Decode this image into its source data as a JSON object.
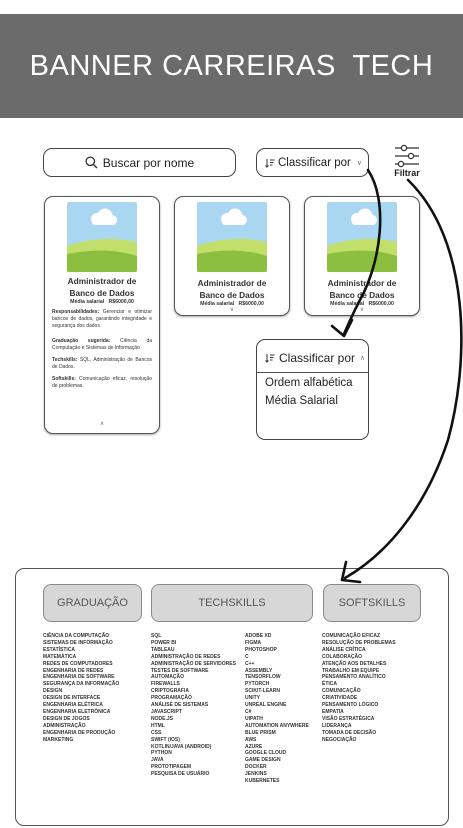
{
  "banner": {
    "title": "BANNER CARREIRAS  TECH"
  },
  "search": {
    "label": "Buscar por nome",
    "icon": "search-icon"
  },
  "sort": {
    "label": "Classificar por",
    "icon": "sort-icon"
  },
  "filter": {
    "label": "Filtrar",
    "icon": "sliders-icon"
  },
  "cards": [
    {
      "title_line1": "Administrador de",
      "title_line2": "Banco de Dados",
      "salary_label": "Média salarial",
      "salary_value": "R$6000,00",
      "expanded": true,
      "details": [
        {
          "label": "Responsabilidades:",
          "text": " Gerenciar e otimizar bancos de dados, garantindo integridade e segurança dos dados."
        },
        {
          "label": "Graduação sugerida:",
          "text": " Ciência da Computação e Sistemas de Informação"
        },
        {
          "label": "Techskills:",
          "text": " SQL, Administração de Bancos de Dados."
        },
        {
          "label": "Softskills:",
          "text": " Comunicação eficaz, resolução de problemas."
        }
      ]
    },
    {
      "title_line1": "Administrador de",
      "title_line2": "Banco de Dados",
      "salary_label": "Média salarial",
      "salary_value": "R$6000,00",
      "expanded": false
    },
    {
      "title_line1": "Administrador de",
      "title_line2": "Banco de Dados",
      "salary_label": "Média salarial",
      "salary_value": "R$6000,00",
      "expanded": false
    }
  ],
  "sort_dropdown": {
    "label": "Classificar por",
    "options": [
      "Ordem alfabética",
      "Média Salarial"
    ]
  },
  "tabs": {
    "graduacao": "GRADUAÇÃO",
    "techskills": "TECHSKILLS",
    "softskills": "SOFTSKILLS"
  },
  "graduacao": [
    "CIÊNCIA DA COMPUTAÇÃO",
    "SISTEMAS DE INFORMAÇÃO",
    "ESTATÍSTICA",
    "MATEMÁTICA",
    "REDES DE COMPUTADORES",
    "ENGENHARIA DE REDES",
    "ENGENHARIA DE SOFTWARE",
    "SEGURANÇA DA INFORMAÇÃO",
    "DESIGN",
    "DESIGN DE INTERFACE",
    "ENGENHARIA ELÉTRICA",
    "ENGENHARIA ELETRÔNICA",
    "DESIGN DE JOGOS",
    "ADMINISTRAÇÃO",
    "ENGENHARIA DE PRODUÇÃO",
    "MARKETING"
  ],
  "techskills_1": [
    "SQL",
    "POWER BI",
    "TABLEAU",
    "ADMINISTRAÇÃO DE REDES",
    "ADMINISTRAÇÃO DE SERVIDORES",
    "TESTES DE SOFTWARE",
    "AUTOMAÇÃO",
    "FIREWALLS",
    "CRIPTOGRAFIA",
    "PROGRAMAÇÃO",
    "ANÁLISE DE SISTEMAS",
    "JAVASCRIPT",
    "NODE.JS",
    "HTML",
    "CSS",
    "SWIFT (IOS)",
    "KOTLIN/JAVA (ANDROID)",
    "PYTHON",
    "JAVA",
    "PROTOTIPAGEM",
    "PESQUISA DE USUÁRIO"
  ],
  "techskills_2": [
    "ADOBE XD",
    "FIGMA",
    "PHOTOSHOP",
    "C",
    "C++",
    "ASSEMBLY",
    "TENSORFLOW",
    "PYTORCH",
    "SCIKIT-LEARN",
    "UNITY",
    "UNREAL ENGINE",
    "C#",
    "UIPATH",
    "AUTOMATION ANYWHERE",
    "BLUE PRISM",
    "AWS",
    "AZURE",
    "GOOGLE CLOUD",
    "GAME DESIGN",
    "DOCKER",
    "JENKINS",
    "KUBERNETES"
  ],
  "softskills": [
    "COMUNICAÇÃO EFICAZ",
    "RESOLUÇÃO DE PROBLEMAS",
    "ANÁLISE CRÍTICA",
    "COLABORAÇÃO",
    "ATENÇÃO AOS DETALHES",
    "TRABALHO EM EQUIPE",
    "PENSAMENTO ANALÍTICO",
    "ÉTICA",
    "COMUNICAÇÃO",
    "CRIATIVIDADE",
    "PENSAMENTO LÓGICO",
    "EMPATIA",
    "VISÃO ESTRATÉGICA",
    "LIDERANÇA",
    "TOMADA DE DECISÃO",
    "NEGOCIAÇÃO"
  ],
  "colors": {
    "banner_bg": "#6b6b6b",
    "pill_bg": "#d7d7d7",
    "sky": "#a9d7f2",
    "grass": "#8cbf3f"
  }
}
